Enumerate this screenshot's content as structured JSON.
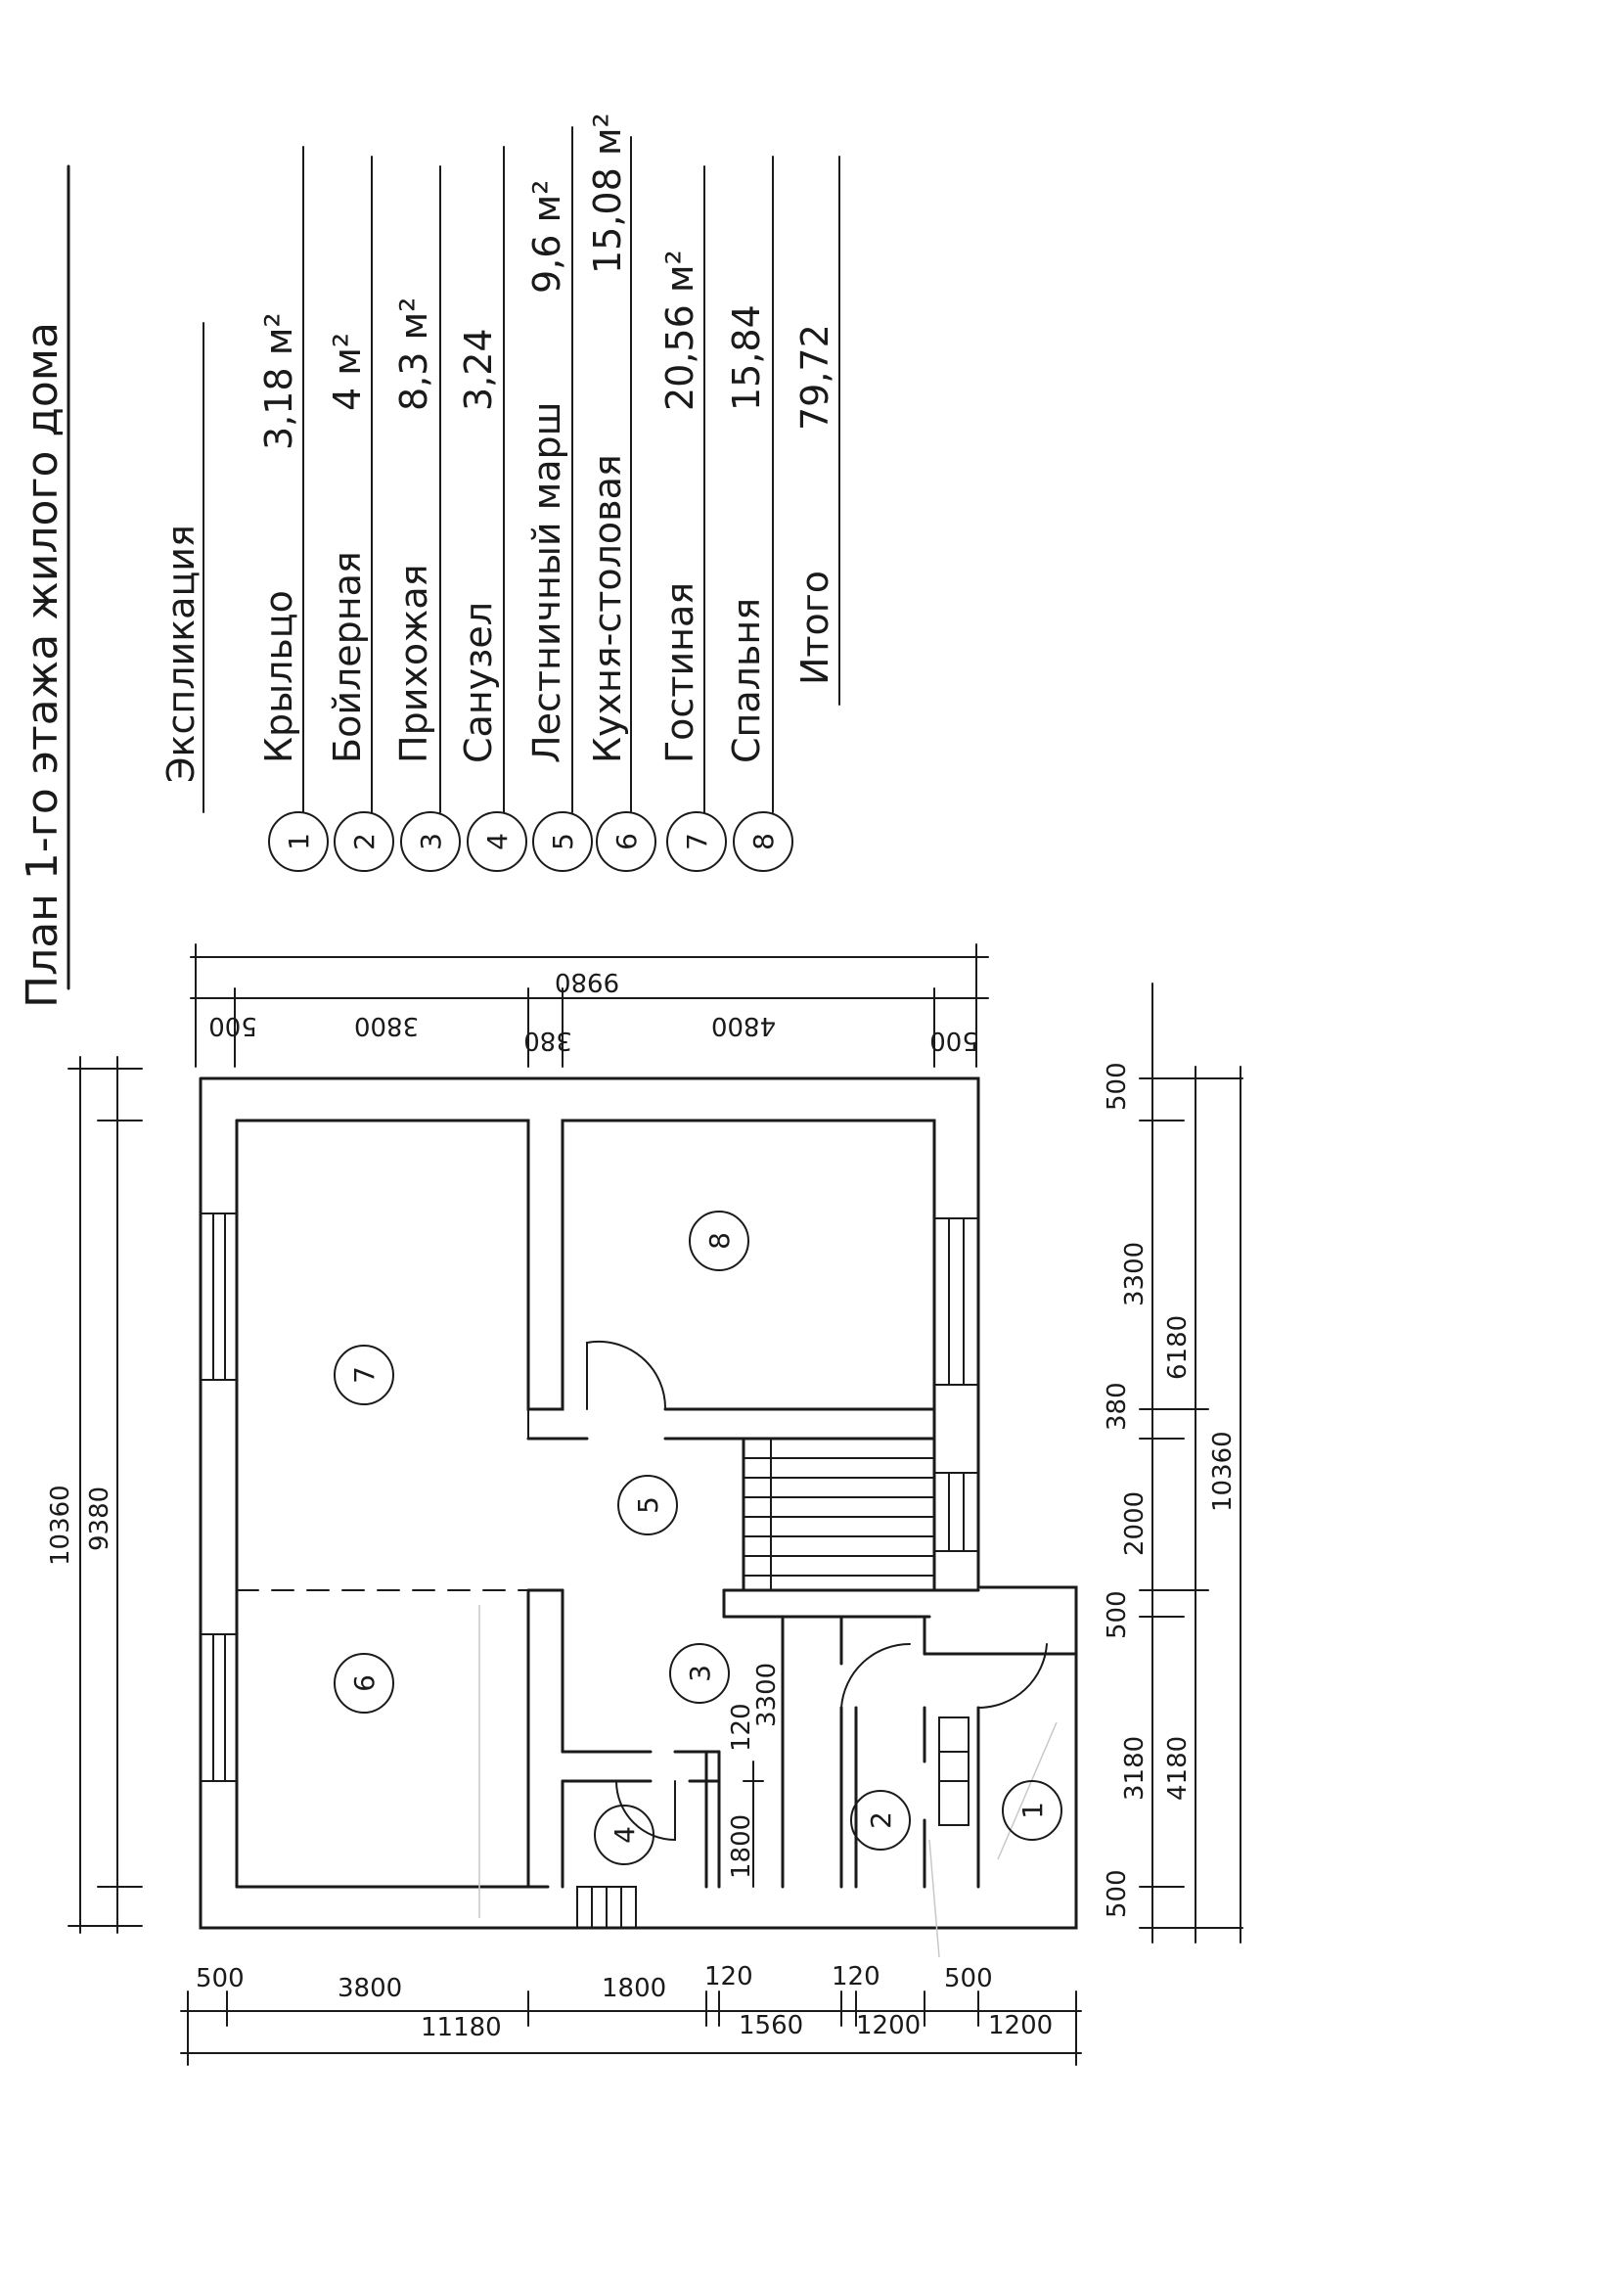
{
  "plan_title": "План 1-го этажа жилого дома",
  "legend": {
    "heading": "Экспликация",
    "rows": [
      {
        "num": "1",
        "name": "Крыльцо",
        "area": "3,18 м²"
      },
      {
        "num": "2",
        "name": "Бойлерная",
        "area": "4 м²"
      },
      {
        "num": "3",
        "name": "Прихожая",
        "area": "8,3 м²"
      },
      {
        "num": "4",
        "name": "Санузел",
        "area": "3,24"
      },
      {
        "num": "5",
        "name": "Лестничный марш",
        "area": "9,6 м²"
      },
      {
        "num": "6",
        "name": "Кухня-столовая",
        "area": "15,08 м²"
      },
      {
        "num": "7",
        "name": "Гостиная",
        "area": "20,56 м²"
      },
      {
        "num": "8",
        "name": "Спальня",
        "area": "15,84"
      }
    ],
    "total_label": "Итого",
    "total_value": "79,72"
  },
  "rooms": {
    "r1": "1",
    "r2": "2",
    "r3": "3",
    "r4": "4",
    "r5": "5",
    "r6": "6",
    "r7": "7",
    "r8": "8"
  },
  "dims_top": {
    "overall": "9980",
    "seg1": "500",
    "seg2": "3800",
    "seg3": "380",
    "seg4": "4800",
    "seg5": "500"
  },
  "dims_left": {
    "outer": "10360",
    "inner": "9380"
  },
  "dims_right": {
    "s1": "500",
    "s2": "3300",
    "s3": "380",
    "s4": "2000",
    "s5": "500",
    "s6": "3180",
    "s7": "500",
    "sum1": "6180",
    "sum2": "4180",
    "overall": "10360"
  },
  "dims_bottom": {
    "b1": "500",
    "b2": "3800",
    "b3": "1800",
    "b4": "120",
    "b5": "120",
    "b6": "500",
    "b7": "11180",
    "b8": "1560",
    "b9": "1200",
    "b10": "1200"
  },
  "dims_inner": {
    "i1": "120",
    "i2": "3300",
    "i3": "1800"
  }
}
